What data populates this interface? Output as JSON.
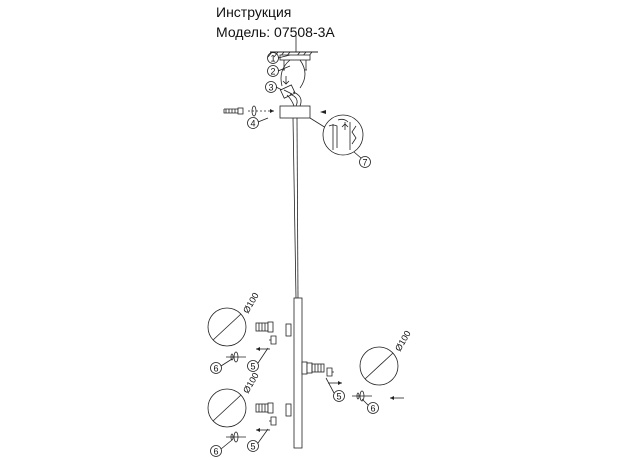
{
  "header": {
    "title": "Инструкция",
    "model": "Модель: 07508-3A"
  },
  "callouts": {
    "c1": "1",
    "c2": "2",
    "c3": "3",
    "c4": "4",
    "c5": "5",
    "c6": "6",
    "c7": "7"
  },
  "globe": {
    "diameter_label": "Ø100"
  }
}
